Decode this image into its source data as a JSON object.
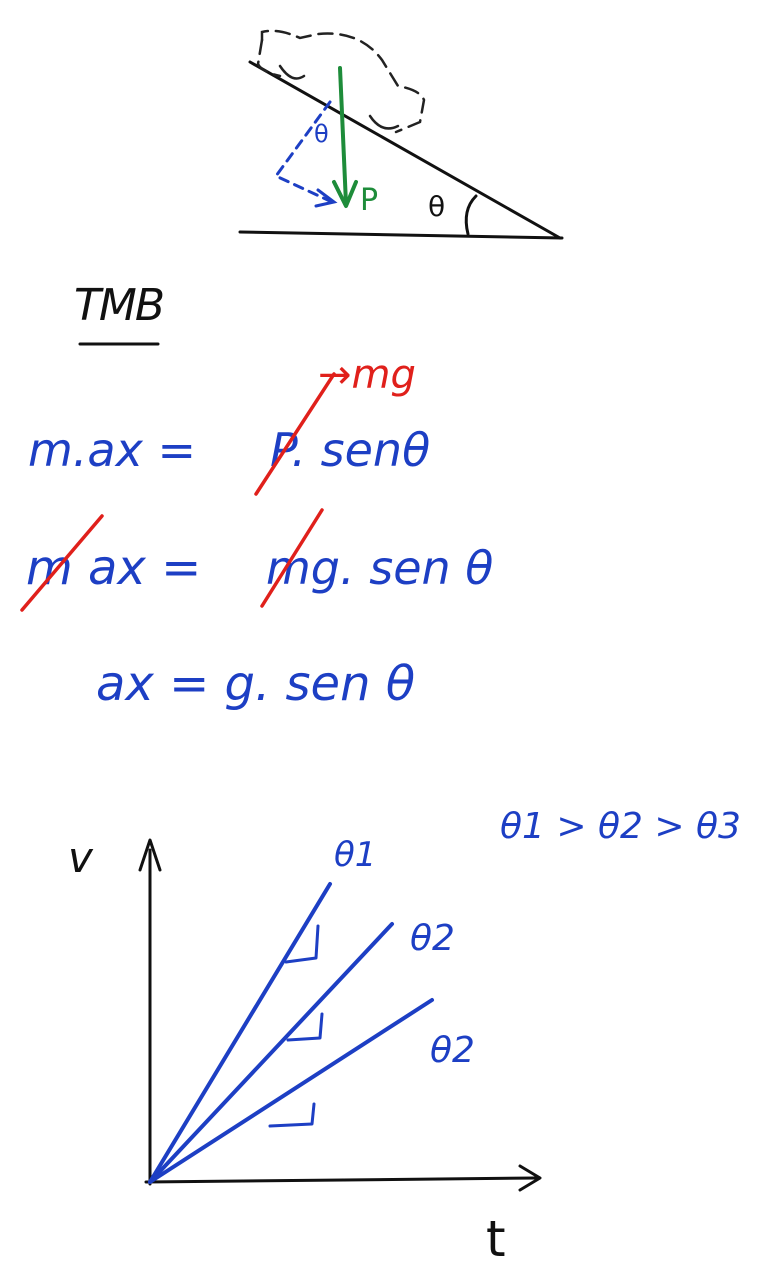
{
  "colors": {
    "ink": "#111111",
    "blue": "#1d3fc4",
    "green": "#1e8c3a",
    "red": "#e0201b",
    "paper": "#ffffff"
  },
  "diagram": {
    "angle_in_triangle": "θ",
    "angle_between_vectors": "θ",
    "weight_label": "P"
  },
  "heading": "TMB",
  "equations": {
    "line1_left": "m.ax =",
    "line1_right": "P. senθ",
    "line1_correction": "→mg",
    "line2_left": "m ax =",
    "line2_right": "mg. sen θ",
    "line3": "ax = g. sen θ"
  },
  "graph": {
    "ylabel": "v",
    "xlabel": "t",
    "comparison": "θ1 > θ2 > θ3",
    "line_labels": [
      "θ1",
      "θ2",
      "θ2"
    ]
  }
}
